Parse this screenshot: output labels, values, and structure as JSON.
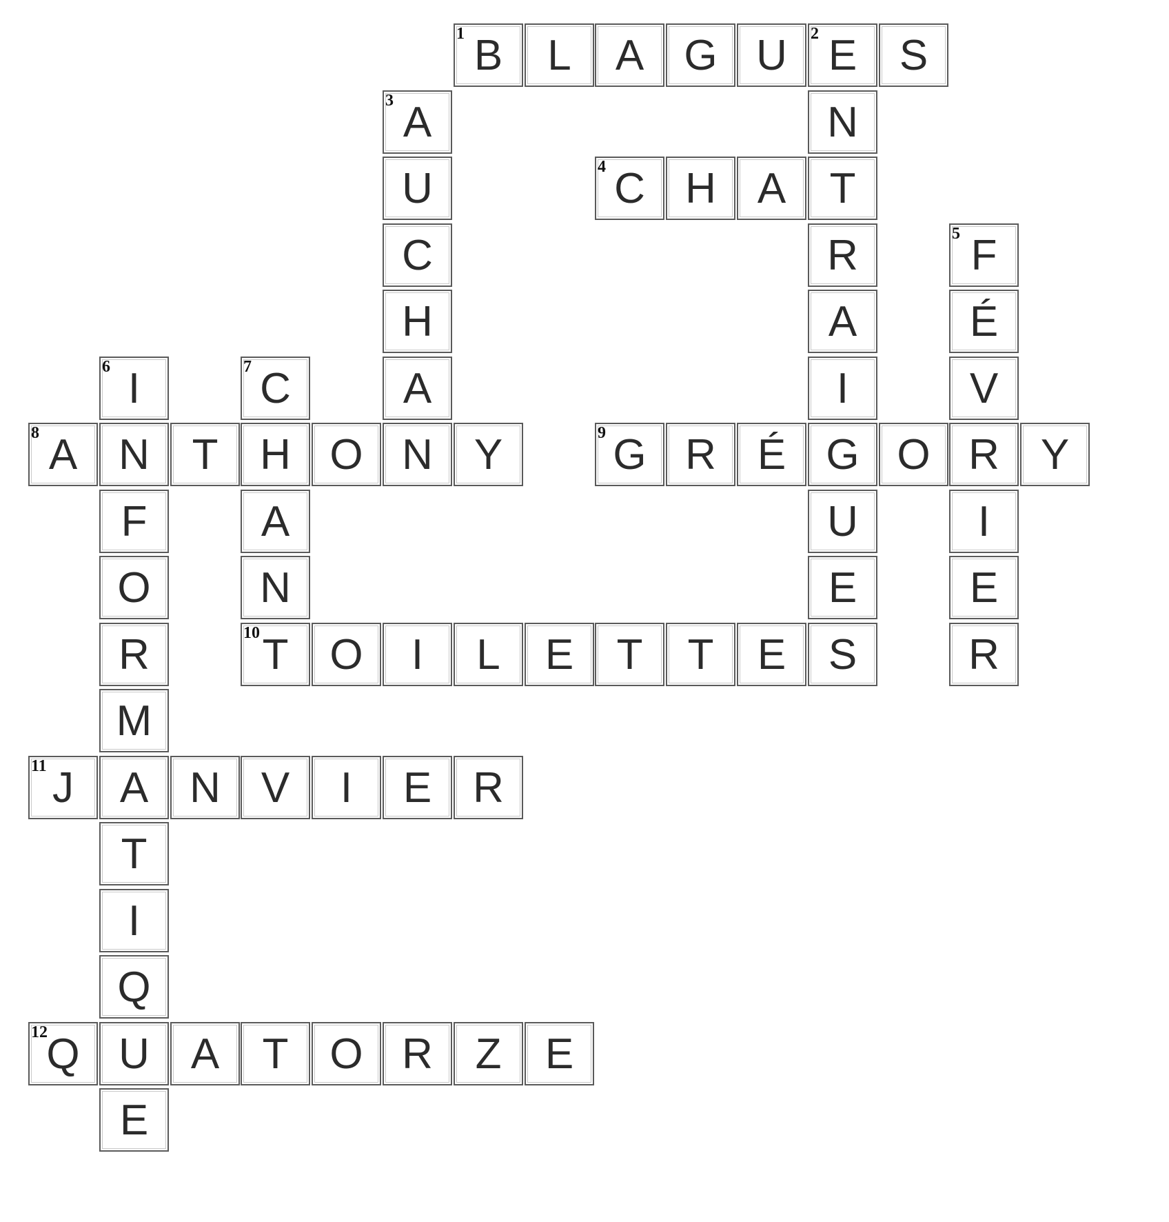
{
  "puzzle": {
    "cells": [
      {
        "row": 0,
        "col": 6,
        "letter": "B",
        "clue": "1"
      },
      {
        "row": 0,
        "col": 7,
        "letter": "L"
      },
      {
        "row": 0,
        "col": 8,
        "letter": "A"
      },
      {
        "row": 0,
        "col": 9,
        "letter": "G"
      },
      {
        "row": 0,
        "col": 10,
        "letter": "U"
      },
      {
        "row": 0,
        "col": 11,
        "letter": "E",
        "clue": "2"
      },
      {
        "row": 0,
        "col": 12,
        "letter": "S"
      },
      {
        "row": 1,
        "col": 5,
        "letter": "A",
        "clue": "3"
      },
      {
        "row": 1,
        "col": 11,
        "letter": "N"
      },
      {
        "row": 2,
        "col": 5,
        "letter": "U"
      },
      {
        "row": 2,
        "col": 8,
        "letter": "C",
        "clue": "4"
      },
      {
        "row": 2,
        "col": 9,
        "letter": "H"
      },
      {
        "row": 2,
        "col": 10,
        "letter": "A"
      },
      {
        "row": 2,
        "col": 11,
        "letter": "T"
      },
      {
        "row": 3,
        "col": 5,
        "letter": "C"
      },
      {
        "row": 3,
        "col": 11,
        "letter": "R"
      },
      {
        "row": 3,
        "col": 13,
        "letter": "F",
        "clue": "5"
      },
      {
        "row": 4,
        "col": 5,
        "letter": "H"
      },
      {
        "row": 4,
        "col": 11,
        "letter": "A"
      },
      {
        "row": 4,
        "col": 13,
        "letter": "É"
      },
      {
        "row": 5,
        "col": 1,
        "letter": "I",
        "clue": "6"
      },
      {
        "row": 5,
        "col": 3,
        "letter": "C",
        "clue": "7"
      },
      {
        "row": 5,
        "col": 5,
        "letter": "A"
      },
      {
        "row": 5,
        "col": 11,
        "letter": "I"
      },
      {
        "row": 5,
        "col": 13,
        "letter": "V"
      },
      {
        "row": 6,
        "col": 0,
        "letter": "A",
        "clue": "8"
      },
      {
        "row": 6,
        "col": 1,
        "letter": "N"
      },
      {
        "row": 6,
        "col": 2,
        "letter": "T"
      },
      {
        "row": 6,
        "col": 3,
        "letter": "H"
      },
      {
        "row": 6,
        "col": 4,
        "letter": "O"
      },
      {
        "row": 6,
        "col": 5,
        "letter": "N"
      },
      {
        "row": 6,
        "col": 6,
        "letter": "Y"
      },
      {
        "row": 6,
        "col": 8,
        "letter": "G",
        "clue": "9"
      },
      {
        "row": 6,
        "col": 9,
        "letter": "R"
      },
      {
        "row": 6,
        "col": 10,
        "letter": "É"
      },
      {
        "row": 6,
        "col": 11,
        "letter": "G"
      },
      {
        "row": 6,
        "col": 12,
        "letter": "O"
      },
      {
        "row": 6,
        "col": 13,
        "letter": "R"
      },
      {
        "row": 6,
        "col": 14,
        "letter": "Y"
      },
      {
        "row": 7,
        "col": 1,
        "letter": "F"
      },
      {
        "row": 7,
        "col": 3,
        "letter": "A"
      },
      {
        "row": 7,
        "col": 11,
        "letter": "U"
      },
      {
        "row": 7,
        "col": 13,
        "letter": "I"
      },
      {
        "row": 8,
        "col": 1,
        "letter": "O"
      },
      {
        "row": 8,
        "col": 3,
        "letter": "N"
      },
      {
        "row": 8,
        "col": 11,
        "letter": "E"
      },
      {
        "row": 8,
        "col": 13,
        "letter": "E"
      },
      {
        "row": 9,
        "col": 1,
        "letter": "R"
      },
      {
        "row": 9,
        "col": 3,
        "letter": "T",
        "clue": "10"
      },
      {
        "row": 9,
        "col": 4,
        "letter": "O"
      },
      {
        "row": 9,
        "col": 5,
        "letter": "I"
      },
      {
        "row": 9,
        "col": 6,
        "letter": "L"
      },
      {
        "row": 9,
        "col": 7,
        "letter": "E"
      },
      {
        "row": 9,
        "col": 8,
        "letter": "T"
      },
      {
        "row": 9,
        "col": 9,
        "letter": "T"
      },
      {
        "row": 9,
        "col": 10,
        "letter": "E"
      },
      {
        "row": 9,
        "col": 11,
        "letter": "S"
      },
      {
        "row": 9,
        "col": 13,
        "letter": "R"
      },
      {
        "row": 10,
        "col": 1,
        "letter": "M"
      },
      {
        "row": 11,
        "col": 0,
        "letter": "J",
        "clue": "11"
      },
      {
        "row": 11,
        "col": 1,
        "letter": "A"
      },
      {
        "row": 11,
        "col": 2,
        "letter": "N"
      },
      {
        "row": 11,
        "col": 3,
        "letter": "V"
      },
      {
        "row": 11,
        "col": 4,
        "letter": "I"
      },
      {
        "row": 11,
        "col": 5,
        "letter": "E"
      },
      {
        "row": 11,
        "col": 6,
        "letter": "R"
      },
      {
        "row": 12,
        "col": 1,
        "letter": "T"
      },
      {
        "row": 13,
        "col": 1,
        "letter": "I"
      },
      {
        "row": 14,
        "col": 1,
        "letter": "Q"
      },
      {
        "row": 15,
        "col": 0,
        "letter": "Q",
        "clue": "12"
      },
      {
        "row": 15,
        "col": 1,
        "letter": "U"
      },
      {
        "row": 15,
        "col": 2,
        "letter": "A"
      },
      {
        "row": 15,
        "col": 3,
        "letter": "T"
      },
      {
        "row": 15,
        "col": 4,
        "letter": "O"
      },
      {
        "row": 15,
        "col": 5,
        "letter": "R"
      },
      {
        "row": 15,
        "col": 6,
        "letter": "Z"
      },
      {
        "row": 15,
        "col": 7,
        "letter": "E"
      },
      {
        "row": 16,
        "col": 1,
        "letter": "E"
      }
    ]
  }
}
